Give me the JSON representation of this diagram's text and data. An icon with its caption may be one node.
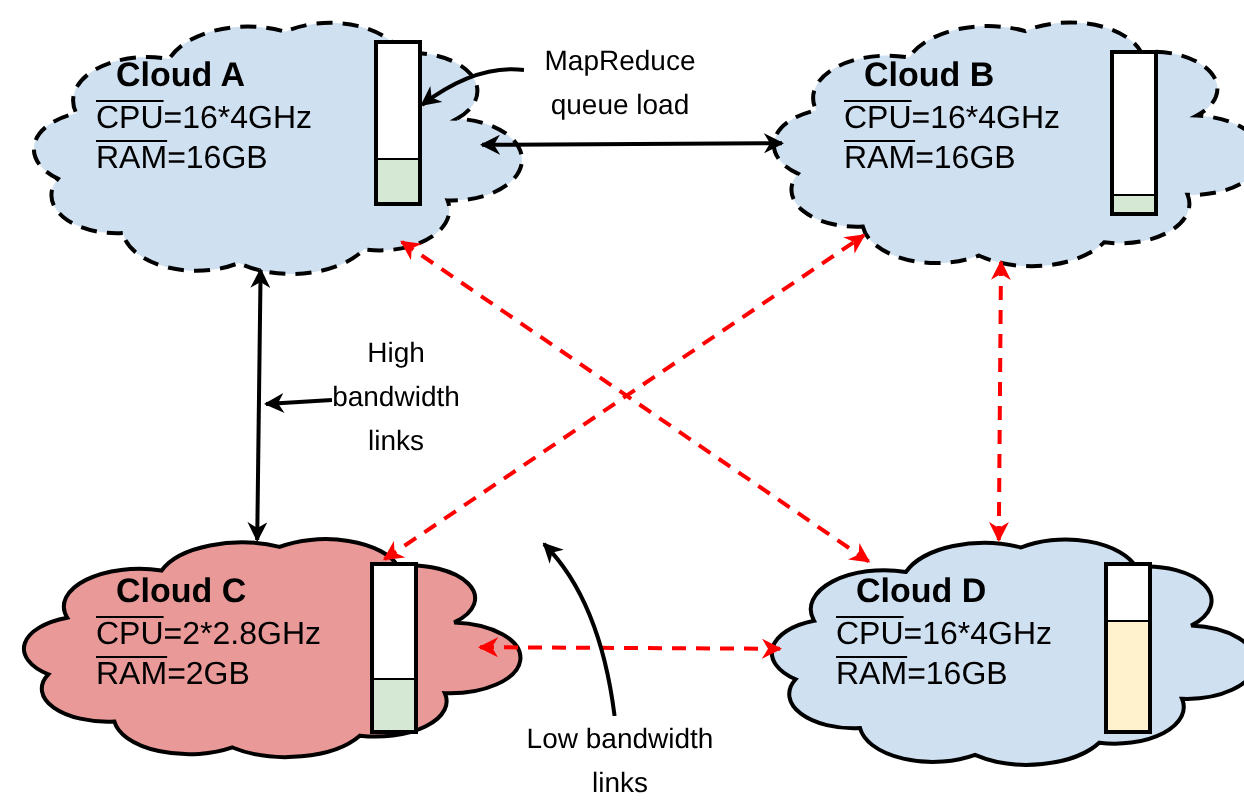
{
  "diagram": {
    "nodes": [
      {
        "text": [
          "Cloud A",
          "CPU=16*4GHz",
          "RAM=16GB"
        ]
      },
      {
        "text": [],
        "shape": "bar",
        "in": 0
      },
      {
        "text": [
          "MapReduce queue load"
        ]
      },
      {
        "text": [
          "Cloud B",
          "CPU=16*4GHz",
          "RAM=16GB"
        ]
      },
      {
        "text": [],
        "shape": "bar",
        "in": 3
      },
      {
        "text": [
          "High bandwidth links"
        ]
      },
      {
        "text": [
          "Cloud C",
          "CPU=2*2.8GHz",
          "RAM=2GB"
        ]
      },
      {
        "text": [],
        "shape": "bar",
        "in": 6
      },
      {
        "text": [
          "Cloud D",
          "CPU=16*4GHz",
          "RAM=16GB"
        ]
      },
      {
        "text": [],
        "shape": "bar",
        "in": 8
      },
      {
        "text": [
          "Low bandwidth links"
        ]
      }
    ],
    "edges": [
      {
        "from": 0,
        "to": 3,
        "arrow": "both"
      },
      {
        "from": 0,
        "to": 6,
        "arrow": "both"
      },
      {
        "from": 0,
        "to": 8,
        "arrow": "both",
        "style": "dashed",
        "color": "#ff0000"
      },
      {
        "from": 6,
        "to": 3,
        "arrow": "both",
        "style": "dashed",
        "color": "#ff0000"
      },
      {
        "from": 3,
        "to": 8,
        "arrow": "both",
        "style": "dashed",
        "color": "#ff0000"
      },
      {
        "from": 6,
        "to": 8,
        "arrow": "both",
        "style": "dashed",
        "color": "#ff0000"
      },
      {
        "from": 2,
        "to": 1,
        "arrow": "to"
      },
      {
        "from": 5,
        "to": null,
        "arrow": "to"
      },
      {
        "from": 10,
        "to": null,
        "arrow": "to"
      }
    ]
  }
}
